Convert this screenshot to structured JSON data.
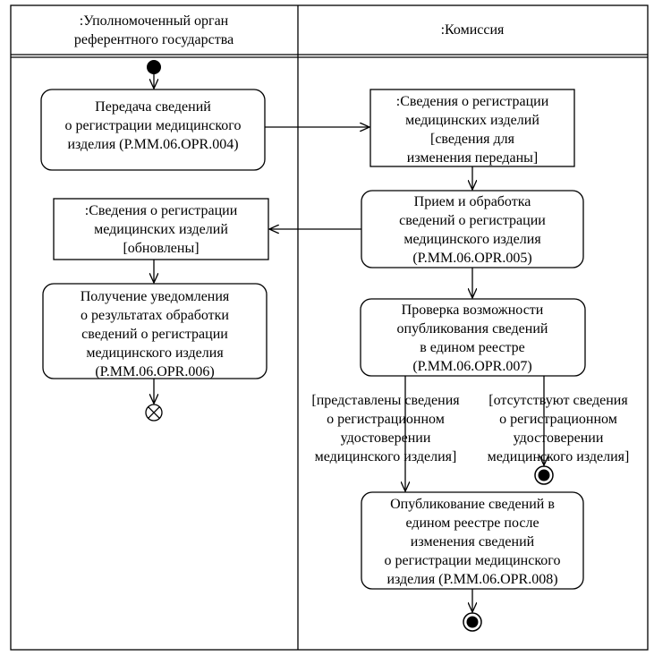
{
  "lanes": [
    {
      "name": "lane-authorized-body",
      "lines": [
        ":Уполномоченный орган",
        "референтного государства"
      ]
    },
    {
      "name": "lane-commission",
      "lines": [
        ":Комиссия"
      ]
    }
  ],
  "nodes": [
    {
      "name": "action-transfer-info",
      "kind": "action",
      "lines": [
        "Передача сведений",
        "о регистрации медицинского",
        "изделия (P.MM.06.OPR.004)"
      ]
    },
    {
      "name": "object-info-changed",
      "kind": "object",
      "lines": [
        ":Сведения о регистрации",
        "медицинских изделий",
        "[сведения для",
        "изменения переданы]"
      ]
    },
    {
      "name": "action-receive-process",
      "kind": "action",
      "lines": [
        "Прием и обработка",
        "сведений о регистрации",
        "медицинского изделия",
        "(P.MM.06.OPR.005)"
      ]
    },
    {
      "name": "object-info-updated",
      "kind": "object",
      "lines": [
        ":Сведения о регистрации",
        "медицинских изделий",
        "[обновлены]"
      ]
    },
    {
      "name": "action-get-notification",
      "kind": "action",
      "lines": [
        "Получение уведомления",
        "о результатах обработки",
        "сведений о регистрации",
        "медицинского изделия",
        "(P.MM.06.OPR.006)"
      ]
    },
    {
      "name": "action-check-publish",
      "kind": "action",
      "lines": [
        "Проверка возможности",
        "опубликования сведений",
        "в едином реестре",
        "(P.MM.06.OPR.007)"
      ]
    },
    {
      "name": "action-publish",
      "kind": "action",
      "lines": [
        "Опубликование сведений в",
        "едином реестре после",
        "изменения сведений",
        "о регистрации медицинского",
        "изделия (P.MM.06.OPR.008)"
      ]
    }
  ],
  "guards": [
    {
      "name": "guard-cert-present",
      "lines": [
        "[представлены сведения",
        "о регистрационном",
        "удостоверении",
        "медицинского изделия]"
      ]
    },
    {
      "name": "guard-cert-absent",
      "lines": [
        "[отсутствуют сведения",
        "о регистрационном",
        "удостоверении",
        "медицинского изделия]"
      ]
    }
  ]
}
